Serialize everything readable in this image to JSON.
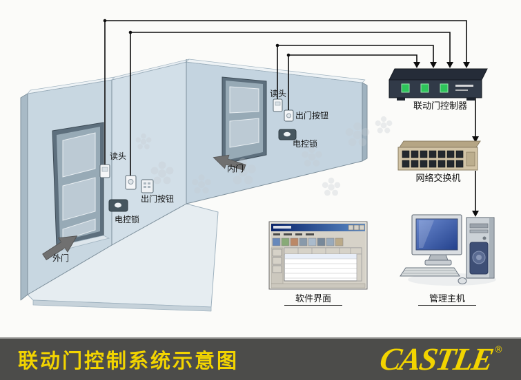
{
  "footer": {
    "title": "联动门控制系统示意图",
    "brand": "CASTLE",
    "registered": "®"
  },
  "labels": {
    "outer_reader": "读头",
    "outer_button": "出门按钮",
    "outer_lock": "电控锁",
    "outer_door": "外门",
    "inner_reader": "读头",
    "inner_button": "出门按钮",
    "inner_lock": "电控锁",
    "inner_door": "内门",
    "controller": "联动门控制器",
    "switch": "网络交换机",
    "software": "软件界面",
    "host": "管理主机"
  },
  "colors": {
    "footer_bg": "#4c4c4a",
    "accent_yellow": "#f2d400",
    "wall": "#c8d7e1",
    "controller_led": "#2ec45a",
    "switch_body": "#d2c4a6"
  }
}
